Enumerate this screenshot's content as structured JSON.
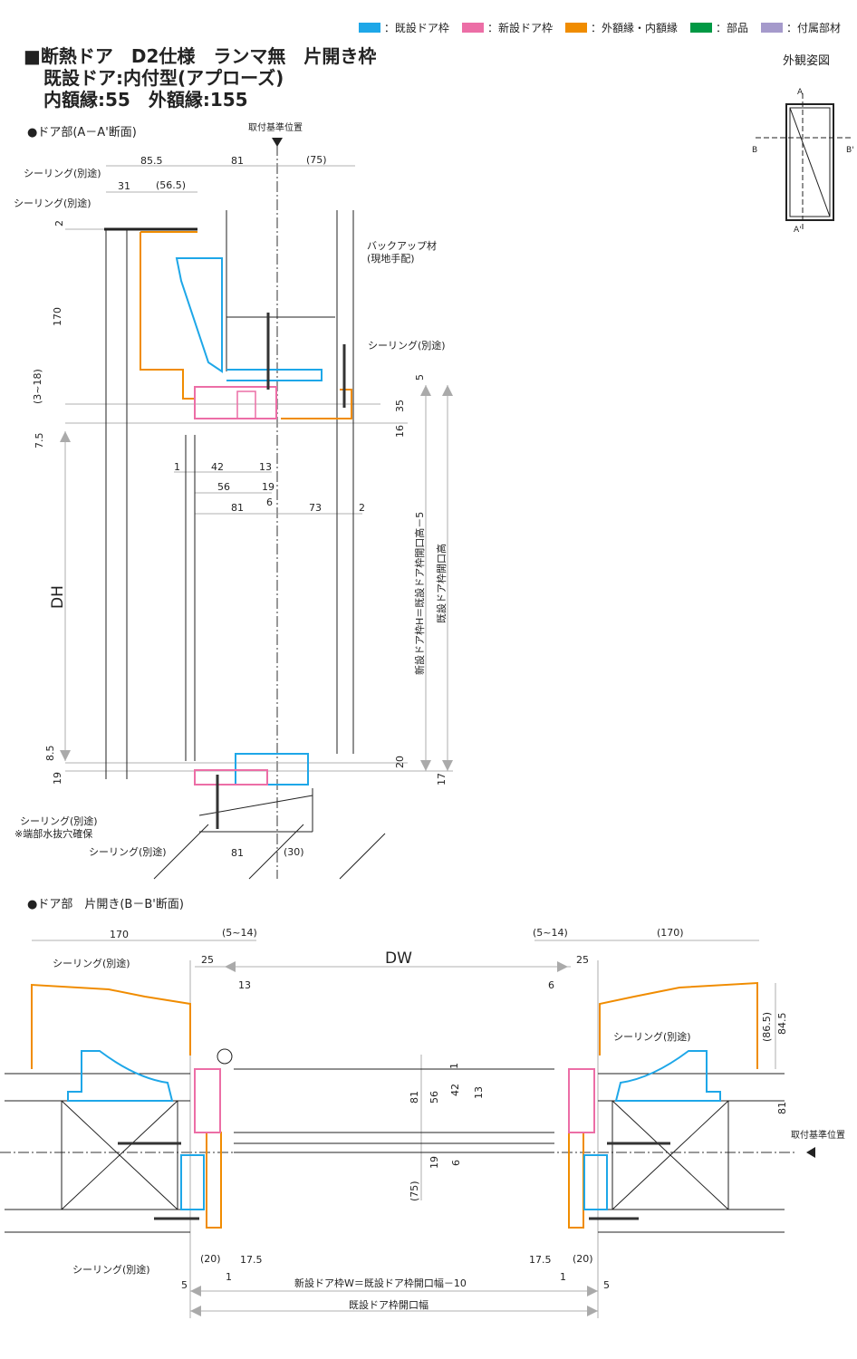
{
  "legend": [
    {
      "label": "：既設ドア枠",
      "color": "#1ea7e8"
    },
    {
      "label": "：新設ドア枠",
      "color": "#ec6ea6"
    },
    {
      "label": "：外額縁・内額縁",
      "color": "#f08c00"
    },
    {
      "label": "：部品",
      "color": "#009944"
    },
    {
      "label": "：付属部材",
      "color": "#a59acb"
    }
  ],
  "title": {
    "line1": "■断熱ドア　D2仕様　ランマ無　片開き枠",
    "line2": "既設ドア:内付型(アプローズ)",
    "line3": "内額縁:55　外額縁:155"
  },
  "elevation": {
    "title": "外観姿図",
    "marks": [
      "A",
      "A'",
      "B",
      "B'"
    ]
  },
  "section_a": {
    "title": "●ドア部(A－A'断面)",
    "reference": "取付基準位置",
    "dims": [
      "85.5",
      "81",
      "(75)",
      "31",
      "(56.5)",
      "2",
      "170",
      "(3~18)",
      "7.5",
      "5",
      "35",
      "16",
      "1",
      "42",
      "13",
      "56",
      "19",
      "6",
      "81",
      "73",
      "2",
      "DH",
      "8.5",
      "19",
      "20",
      "17",
      "81",
      "(30)"
    ],
    "notes": [
      "シーリング(別途)",
      "シーリング(別途)",
      "バックアップ材",
      "(現地手配)",
      "シーリング(別途)",
      "シーリング(別途)",
      "※端部水抜穴確保",
      "シーリング(別途)"
    ],
    "height_new": "新設ドア枠H＝既設ドア枠開口高－5",
    "height_existing": "既設ドア枠開口高"
  },
  "section_b": {
    "title": "●ドア部　片開き(B－B'断面)",
    "reference": "取付基準位置",
    "dims": [
      "170",
      "(5~14)",
      "(5~14)",
      "(170)",
      "25",
      "25",
      "DW",
      "13",
      "6",
      "(86.5)",
      "84.5",
      "81",
      "1",
      "81",
      "56",
      "42",
      "13",
      "19",
      "6",
      "(75)",
      "(20)",
      "17.5",
      "17.5",
      "(20)",
      "1",
      "1",
      "5",
      "5"
    ],
    "notes": [
      "シーリング(別途)",
      "シーリング(別途)",
      "シーリング(別途)"
    ],
    "width_new": "新設ドア枠W＝既設ドア枠開口幅－10",
    "width_existing": "既設ドア枠開口幅"
  }
}
